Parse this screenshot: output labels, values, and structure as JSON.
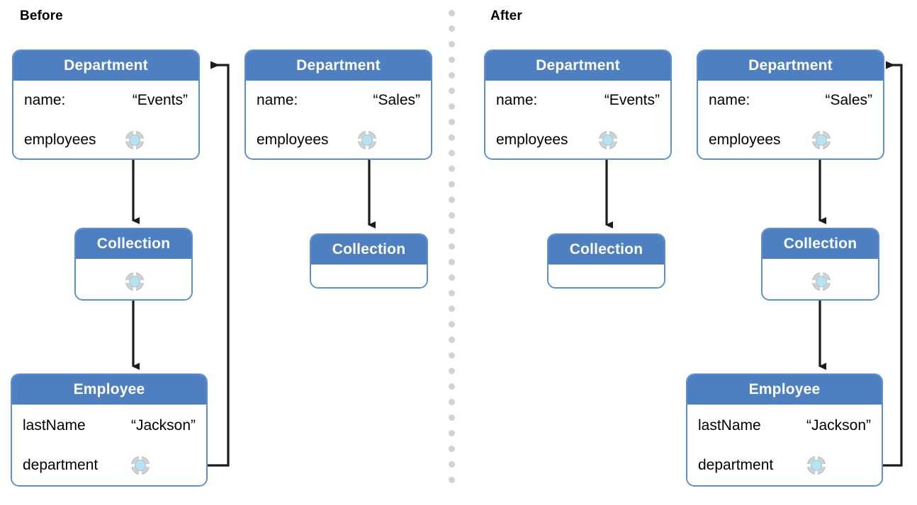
{
  "sections": {
    "before": {
      "caption": "Before"
    },
    "after": {
      "caption": "After"
    }
  },
  "labels": {
    "department": "Department",
    "collection": "Collection",
    "employee": "Employee",
    "name_key": "name:",
    "employees_key": "employees",
    "lastname_key": "lastName",
    "department_key": "department"
  },
  "values": {
    "events": "“Events”",
    "sales": "“Sales”",
    "jackson": "“Jackson”"
  },
  "colors": {
    "header_blue": "#4e80c1",
    "border_blue": "#5b8fd0",
    "socket_core": "#b9e2f0",
    "socket_ring": "#d2d2d2",
    "divider_dot": "#d2d2d2",
    "connector": "#1c1c1c",
    "text": "#000000",
    "header_text": "#ffffff",
    "background": "#ffffff"
  },
  "icons": {
    "socket": "relationship-socket-icon",
    "divider": "dotted-divider-icon",
    "arrow": "arrow-head-icon"
  },
  "diagram": {
    "before": {
      "boxes": [
        {
          "id": "before-department-events",
          "title": "Department",
          "rows": [
            {
              "key": "name:",
              "value": "“Events”",
              "socket": false
            },
            {
              "key": "employees",
              "value": "",
              "socket": true
            }
          ]
        },
        {
          "id": "before-department-sales",
          "title": "Department",
          "rows": [
            {
              "key": "name:",
              "value": "“Sales”",
              "socket": false
            },
            {
              "key": "employees",
              "value": "",
              "socket": true
            }
          ]
        },
        {
          "id": "before-collection-filled",
          "title": "Collection",
          "rows": [
            {
              "key": "",
              "value": "",
              "socket": true
            }
          ]
        },
        {
          "id": "before-collection-empty",
          "title": "Collection",
          "rows": []
        },
        {
          "id": "before-employee-jackson",
          "title": "Employee",
          "rows": [
            {
              "key": "lastName",
              "value": "“Jackson”",
              "socket": false
            },
            {
              "key": "department",
              "value": "",
              "socket": true
            }
          ]
        }
      ],
      "edges": [
        {
          "from": "before-department-events.employees",
          "to": "before-collection-filled",
          "style": "arrow-down"
        },
        {
          "from": "before-collection-filled.item",
          "to": "before-employee-jackson",
          "style": "arrow-down"
        },
        {
          "from": "before-department-sales.employees",
          "to": "before-collection-empty",
          "style": "arrow-down"
        },
        {
          "from": "before-employee-jackson.department",
          "to": "before-department-events",
          "style": "elbow-right-up-arrow-left"
        }
      ]
    },
    "after": {
      "boxes": [
        {
          "id": "after-department-events",
          "title": "Department",
          "rows": [
            {
              "key": "name:",
              "value": "“Events”",
              "socket": false
            },
            {
              "key": "employees",
              "value": "",
              "socket": true
            }
          ]
        },
        {
          "id": "after-department-sales",
          "title": "Department",
          "rows": [
            {
              "key": "name:",
              "value": "“Sales”",
              "socket": false
            },
            {
              "key": "employees",
              "value": "",
              "socket": true
            }
          ]
        },
        {
          "id": "after-collection-empty",
          "title": "Collection",
          "rows": []
        },
        {
          "id": "after-collection-filled",
          "title": "Collection",
          "rows": [
            {
              "key": "",
              "value": "",
              "socket": true
            }
          ]
        },
        {
          "id": "after-employee-jackson",
          "title": "Employee",
          "rows": [
            {
              "key": "lastName",
              "value": "“Jackson”",
              "socket": false
            },
            {
              "key": "department",
              "value": "",
              "socket": true
            }
          ]
        }
      ],
      "edges": [
        {
          "from": "after-department-events.employees",
          "to": "after-collection-empty",
          "style": "arrow-down"
        },
        {
          "from": "after-department-sales.employees",
          "to": "after-collection-filled",
          "style": "arrow-down"
        },
        {
          "from": "after-collection-filled.item",
          "to": "after-employee-jackson",
          "style": "arrow-down"
        },
        {
          "from": "after-employee-jackson.department",
          "to": "after-department-sales",
          "style": "elbow-right-up-arrow-left"
        }
      ]
    }
  }
}
